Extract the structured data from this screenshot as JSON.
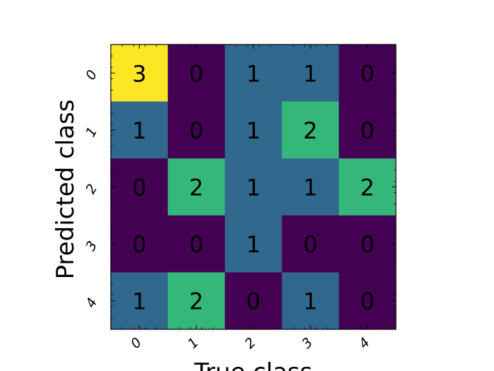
{
  "chart_data": {
    "type": "heatmap",
    "xlabel": "True class",
    "ylabel": "Predicted class",
    "x_categories": [
      "0",
      "1",
      "2",
      "3",
      "4"
    ],
    "y_categories": [
      "0",
      "1",
      "2",
      "3",
      "4"
    ],
    "values": [
      [
        3,
        0,
        1,
        1,
        0
      ],
      [
        1,
        0,
        1,
        2,
        0
      ],
      [
        0,
        2,
        1,
        1,
        2
      ],
      [
        0,
        0,
        1,
        0,
        0
      ],
      [
        1,
        2,
        0,
        1,
        0
      ]
    ],
    "color_scale": "viridis",
    "value_range": [
      0,
      3
    ],
    "colors": {
      "0": "#440154",
      "1": "#31688e",
      "2": "#35b779",
      "3": "#fde725"
    }
  }
}
